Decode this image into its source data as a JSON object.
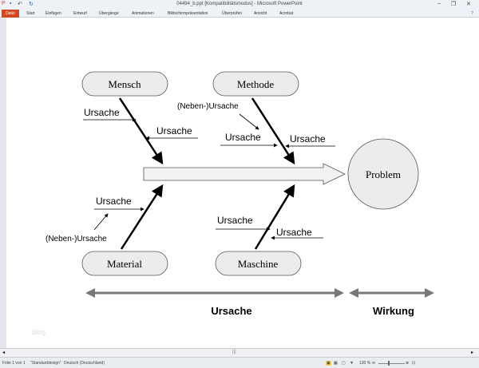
{
  "window": {
    "title": "04494_b.ppt [Kompatibilitätsmodus] - Microsoft PowerPoint"
  },
  "ribbon": {
    "tabs": [
      "Datei",
      "Start",
      "Einfügen",
      "Entwurf",
      "Übergänge",
      "Animationen",
      "Bildschirmpräsentation",
      "Überprüfen",
      "Ansicht",
      "Acrobat"
    ]
  },
  "diagram": {
    "causes": [
      "Mensch",
      "Methode",
      "Material",
      "Maschine"
    ],
    "effect": "Problem",
    "cause_label": "Ursache",
    "sub_cause_label": "(Neben-)Ursache",
    "bottom_cause": "Ursache",
    "bottom_effect": "Wirkung",
    "watermark": "blog"
  },
  "status": {
    "slide": "Folie 1 von 1",
    "design": "\"Standarddesign\"",
    "language": "Deutsch (Deutschland)",
    "zoom": "130 %"
  }
}
